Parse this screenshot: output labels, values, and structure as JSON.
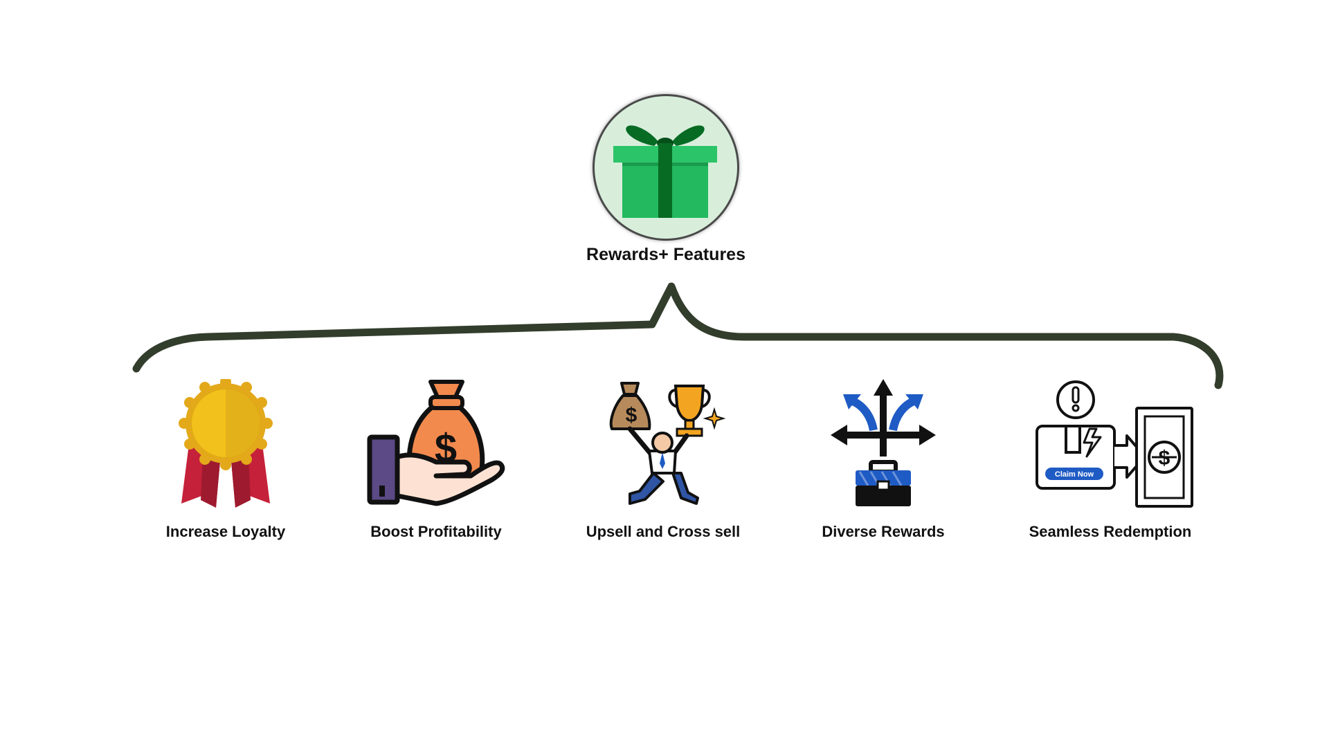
{
  "hub": {
    "title": "Rewards+ Features",
    "icon": "gift-icon"
  },
  "features": [
    {
      "label": "Increase Loyalty",
      "icon": "award-ribbon-icon"
    },
    {
      "label": "Boost Profitability",
      "icon": "money-bag-hand-icon"
    },
    {
      "label": "Upsell and Cross sell",
      "icon": "person-money-trophy-icon"
    },
    {
      "label": "Diverse Rewards",
      "icon": "briefcase-arrows-icon"
    },
    {
      "label": "Seamless Redemption",
      "icon": "claim-cash-icon"
    }
  ],
  "redemption_icon_text": "Claim Now",
  "colors": {
    "brace": "#323d2b",
    "gift_green": "#22b95f",
    "gift_dark": "#076b24",
    "hub_bg": "#d8eedb",
    "medal_gold": "#f3c11b",
    "ribbon_red": "#c5213a",
    "bag_orange": "#f28a4e",
    "trophy_orange": "#f3a521",
    "arrow_blue": "#1f5bc4"
  }
}
